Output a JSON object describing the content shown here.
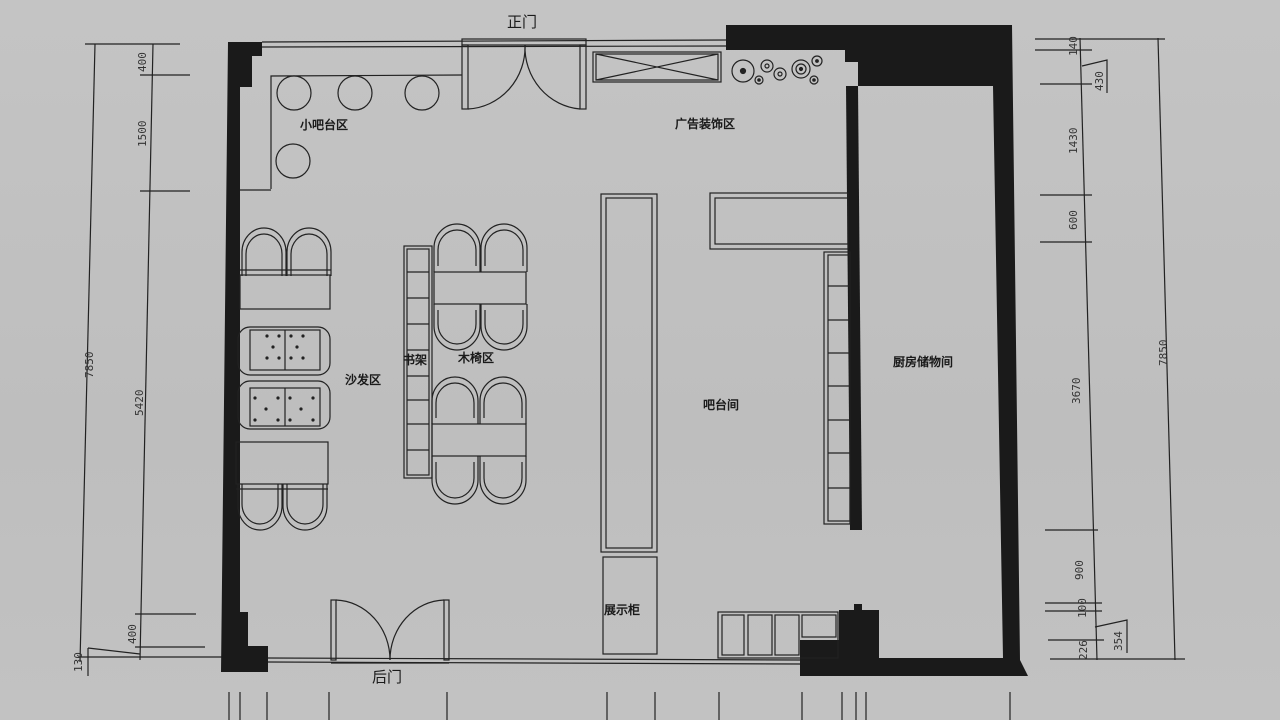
{
  "drawing": {
    "type": "floor plan",
    "background_color": "#c0c0c0",
    "wall_color": "#1a1a1a",
    "line_color": "#222222"
  },
  "doors": {
    "front": "正门",
    "back": "后门"
  },
  "rooms": {
    "small_bar": "小吧台区",
    "ad_decor": "广告装饰区",
    "sofa": "沙发区",
    "bookshelf": "书架",
    "wood_chairs": "木椅区",
    "bar_room": "吧台间",
    "kitchen_storage": "厨房储物间",
    "display_cabinet": "展示柜"
  },
  "dimensions": {
    "left": {
      "total": "7850",
      "segments": [
        "400",
        "1500",
        "5420",
        "400",
        "130"
      ]
    },
    "right": {
      "total": "7850",
      "segments": [
        "140",
        "430",
        "1430",
        "600",
        "3670",
        "900",
        "100",
        "354",
        "226"
      ]
    }
  }
}
